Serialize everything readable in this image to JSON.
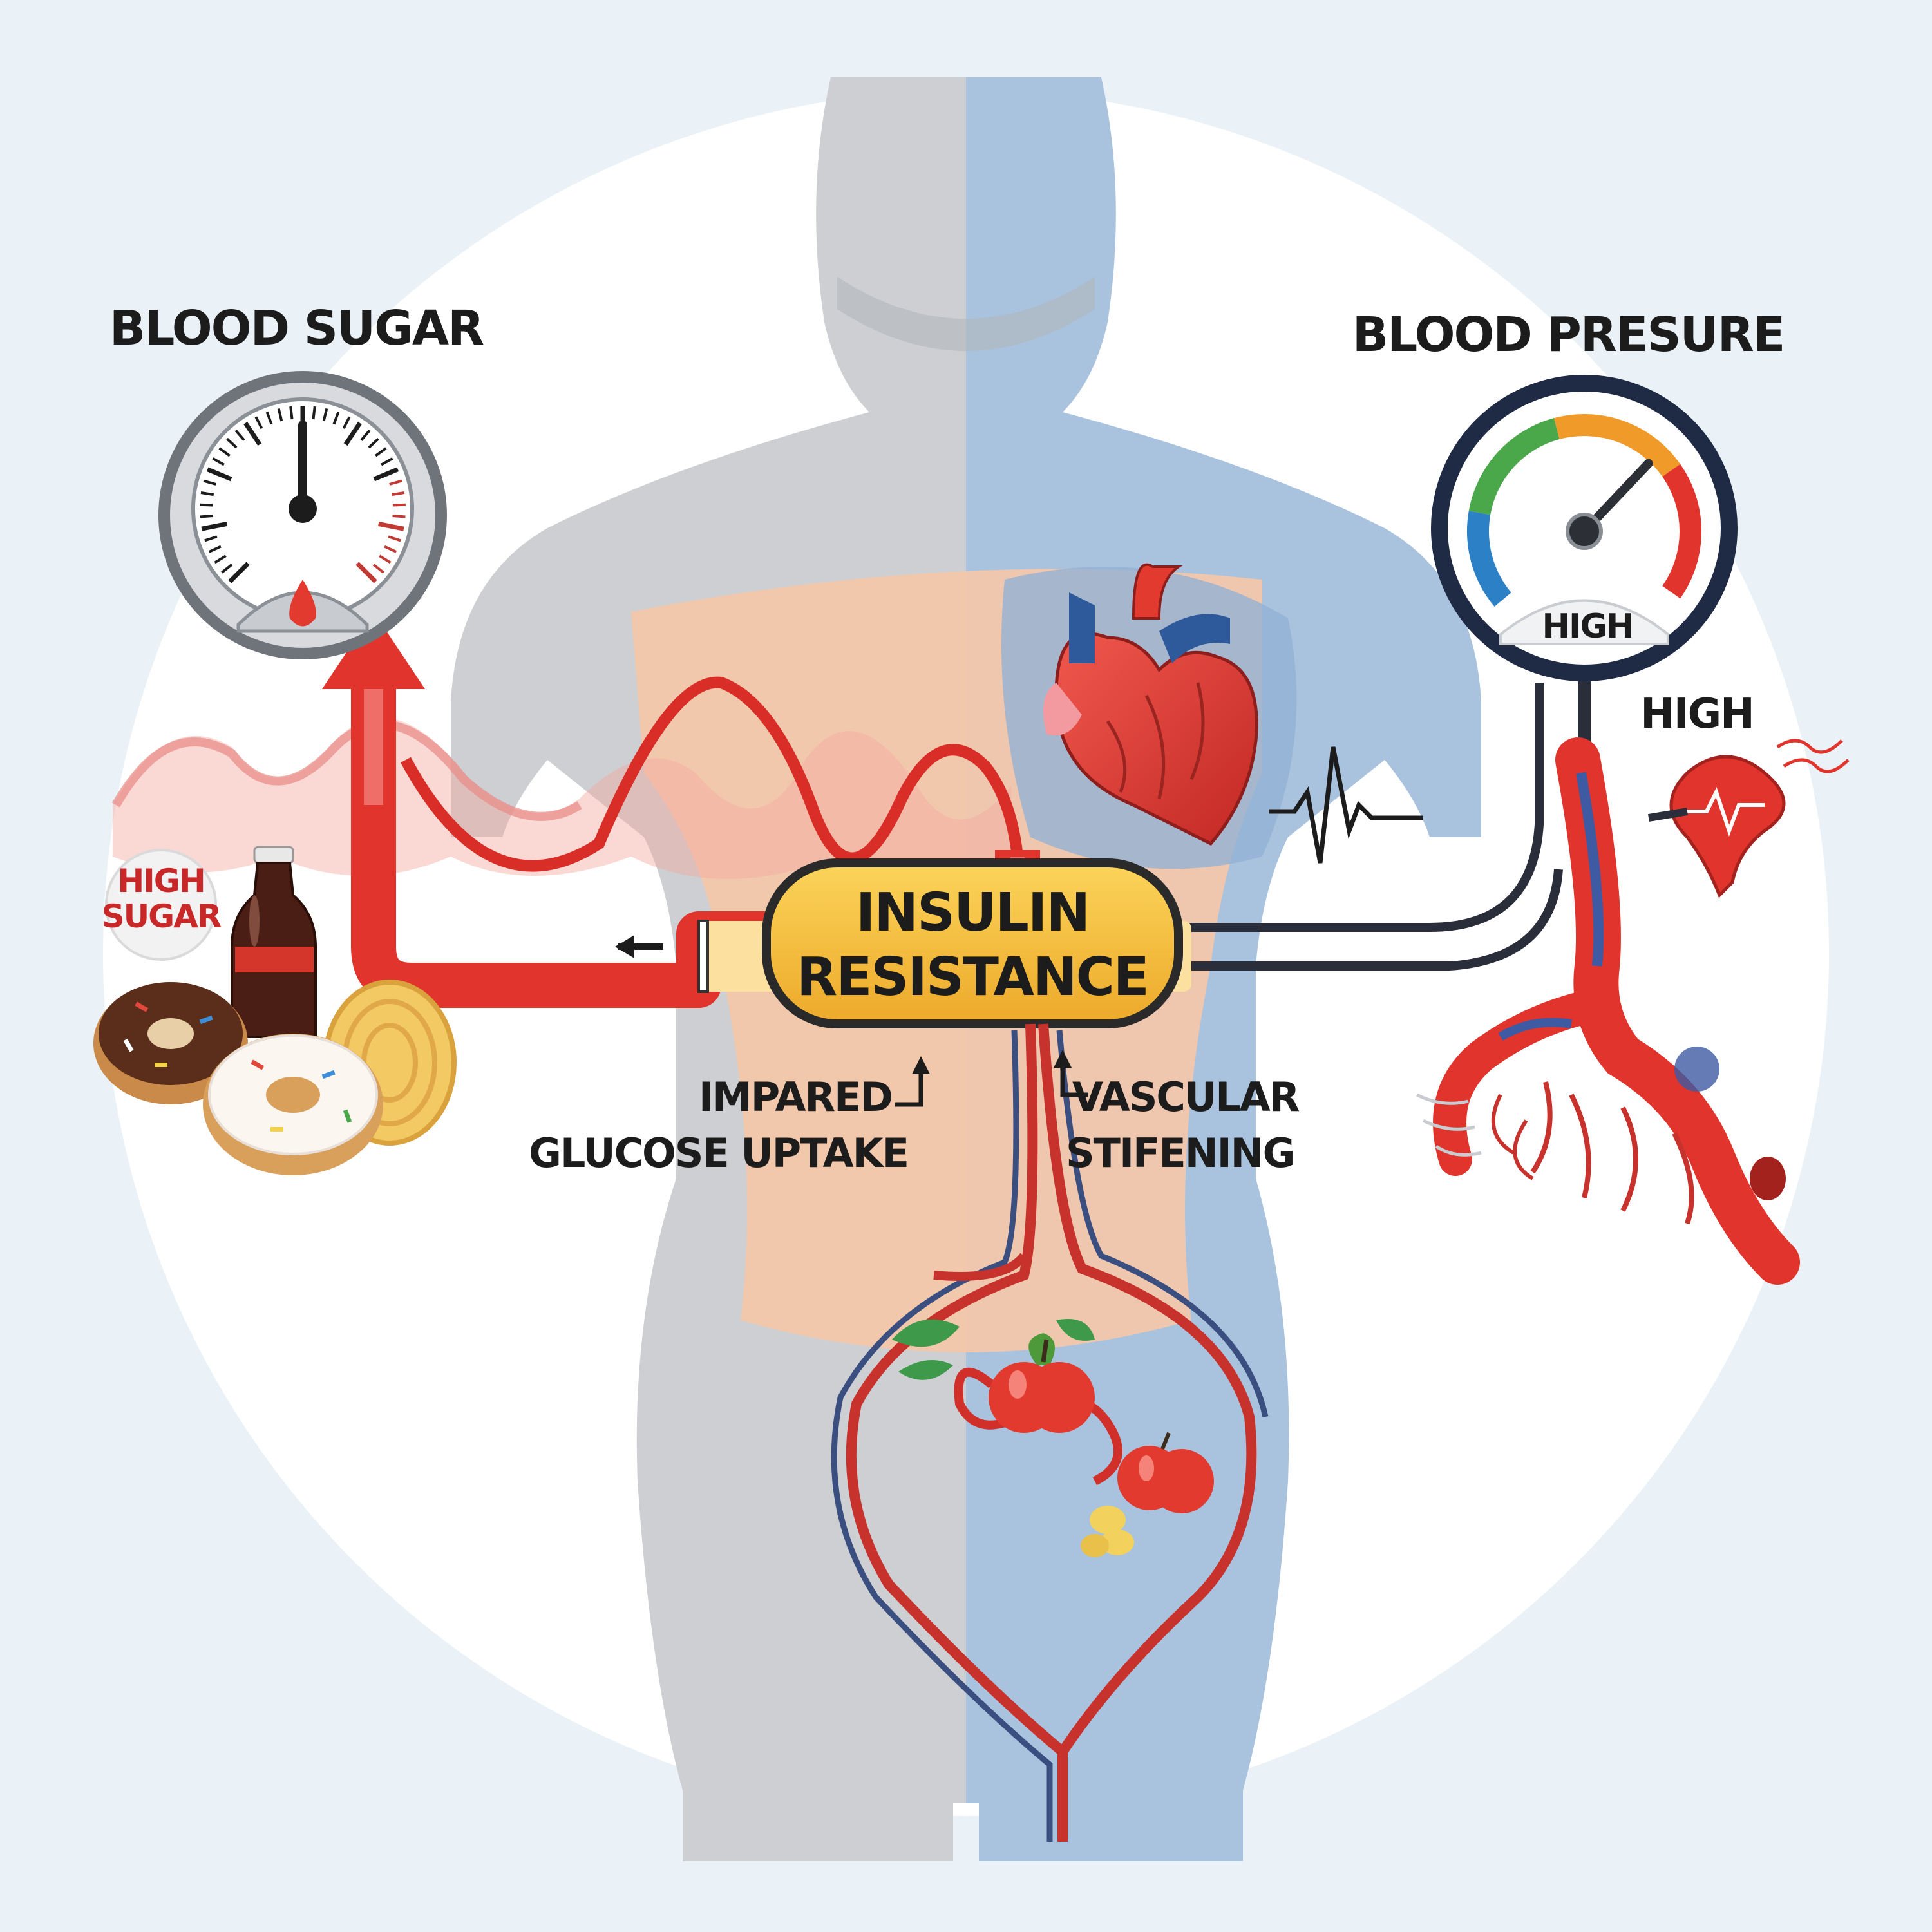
{
  "labels": {
    "blood_sugar_title": "BLOOD SUGAR",
    "blood_pressure_title": "BLOOD PRESURE",
    "pressure_gauge_text": "HIGH",
    "pressure_high_label": "HIGH",
    "high_sugar_line1": "HIGH",
    "high_sugar_line2": "SUGAR",
    "insulin_line1": "INSULIN",
    "insulin_line2": "RESISTANCE",
    "impaired_line1": "IMPARED",
    "impaired_line2": "GLUCOSE UPTAKE",
    "vascular_line1": "VASCULAR",
    "vascular_line2": "STIFENING"
  },
  "gauges": {
    "blood_sugar_level": 0.5,
    "blood_pressure_level": 0.68
  },
  "colors": {
    "artery_red": "#e0342c",
    "capsule_yellow": "#f5c034",
    "body_gray": "#cdcfd2",
    "body_blue": "#a9c3de",
    "torso_peach": "#f6c6a8"
  },
  "icons": [
    "blood-drop-icon",
    "heart-icon",
    "ecg-icon",
    "soda-bottle-icon",
    "donut-icon",
    "cookie-icon",
    "apple-icon",
    "leaf-icon",
    "kidney-icon",
    "artery-icon"
  ]
}
